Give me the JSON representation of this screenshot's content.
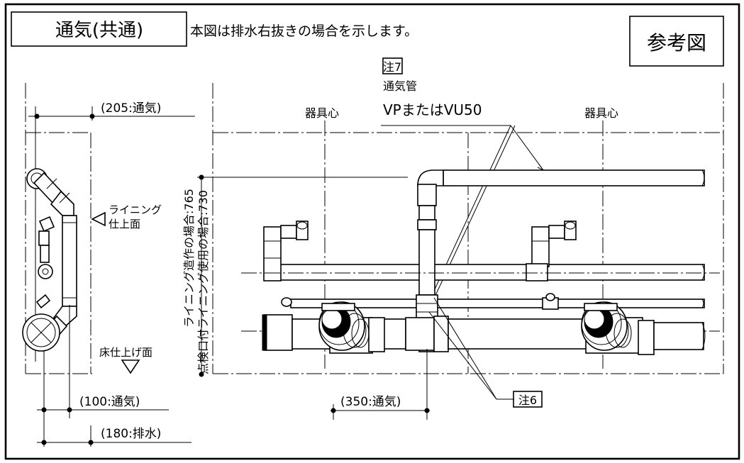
{
  "title": "通気(共通)",
  "description": "本図は排水右抜きの場合を示します。",
  "reference_label": "参考図",
  "notes": {
    "note7": "注7",
    "note6": "注6",
    "vent_pipe": "通気管",
    "vent_pipe_spec": "VPまたはVU50"
  },
  "labels": {
    "fixture_center_left": "器具心",
    "fixture_center_right": "器具心",
    "lining_finish_line1": "ライニング",
    "lining_finish_line2": "仕上面",
    "floor_finish": "床仕上げ面",
    "height_lining_made": "ライニング造作の場合:765",
    "height_with_lining": "点検口付ライニング使用の場合:730"
  },
  "dimensions": {
    "d205": "(205:通気)",
    "d100": "(100:通気)",
    "d180": "(180:排水)",
    "d350": "(350:通気)"
  }
}
